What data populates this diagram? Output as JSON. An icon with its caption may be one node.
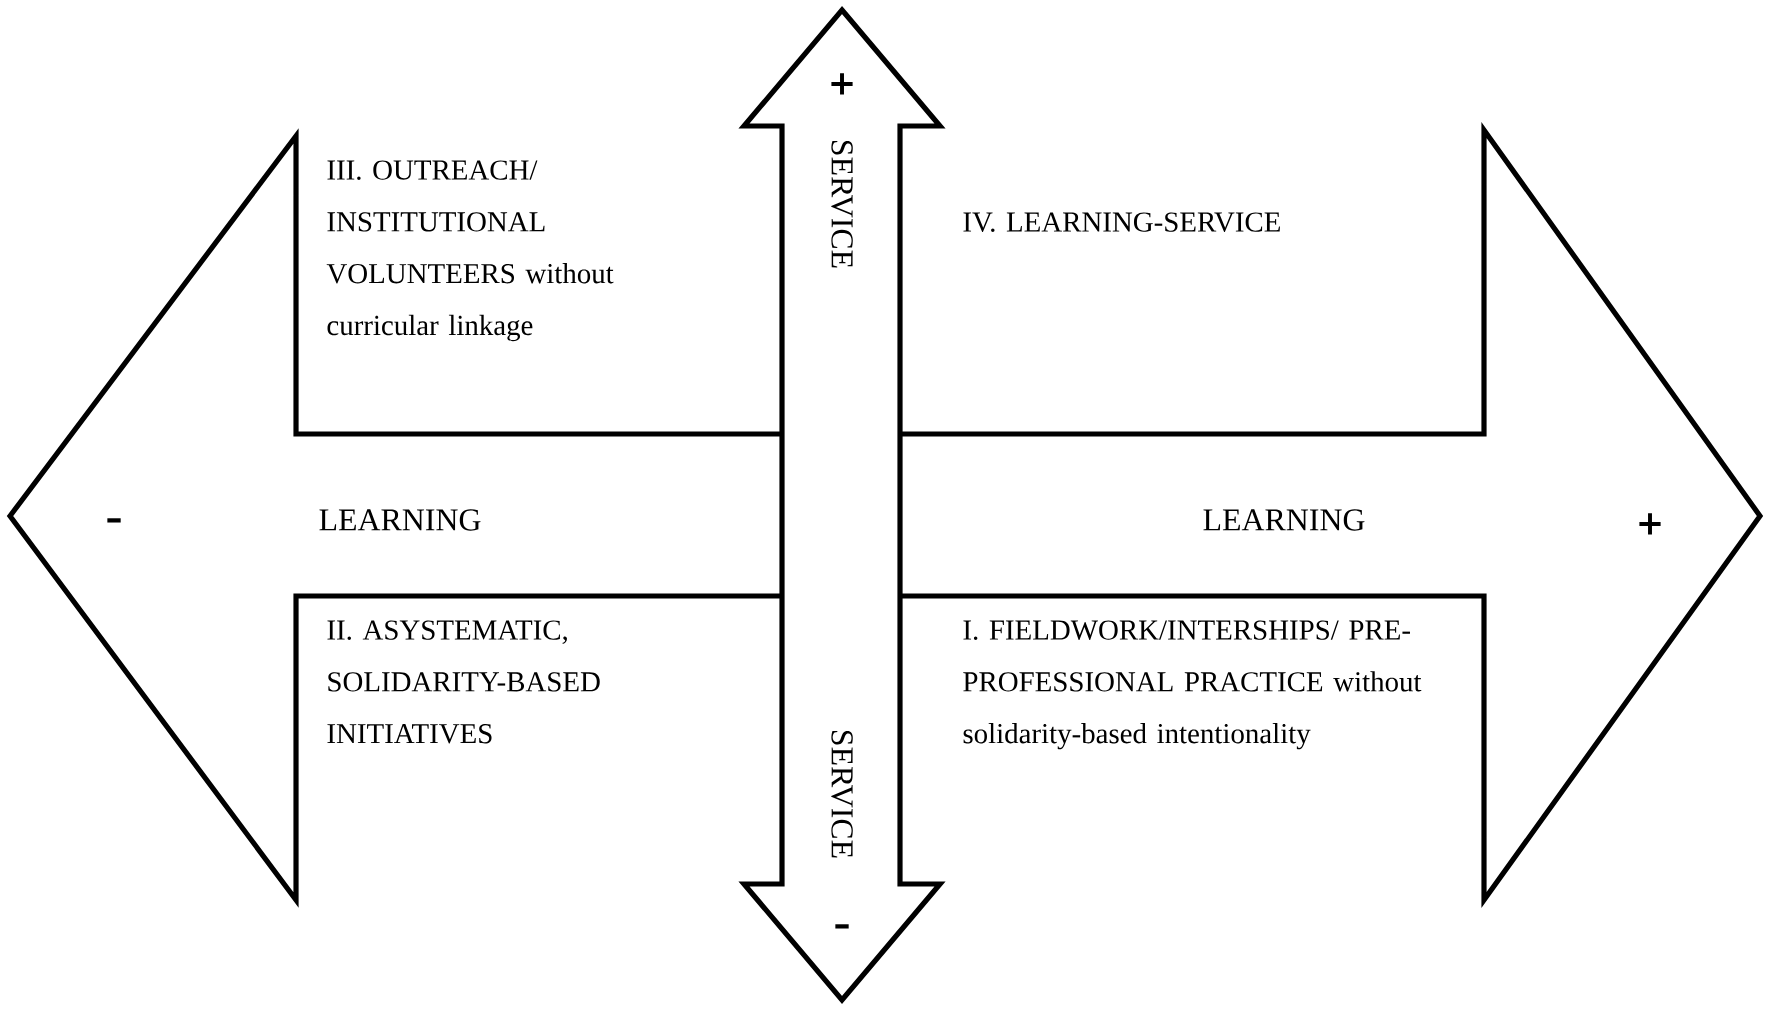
{
  "diagram": {
    "nodes": [
      {
        "text": [
          "–",
          "LEARNING",
          "LEARNING",
          "+"
        ]
      },
      {
        "text": [
          "+",
          "SERVICE",
          "SERVICE",
          "–"
        ]
      }
    ],
    "labels": [
      "III. OUTREACH/ INSTITUTIONAL VOLUNTEERS without curricular linkage",
      "IV. LEARNING-SERVICE",
      "II. ASYSTEMATIC, SOLIDARITY-BASED INITIATIVES",
      "I. FIELDWORK/INTERSHIPS/ PRE-PROFESSIONAL PRACTICE without solidarity-based intentionality"
    ]
  }
}
